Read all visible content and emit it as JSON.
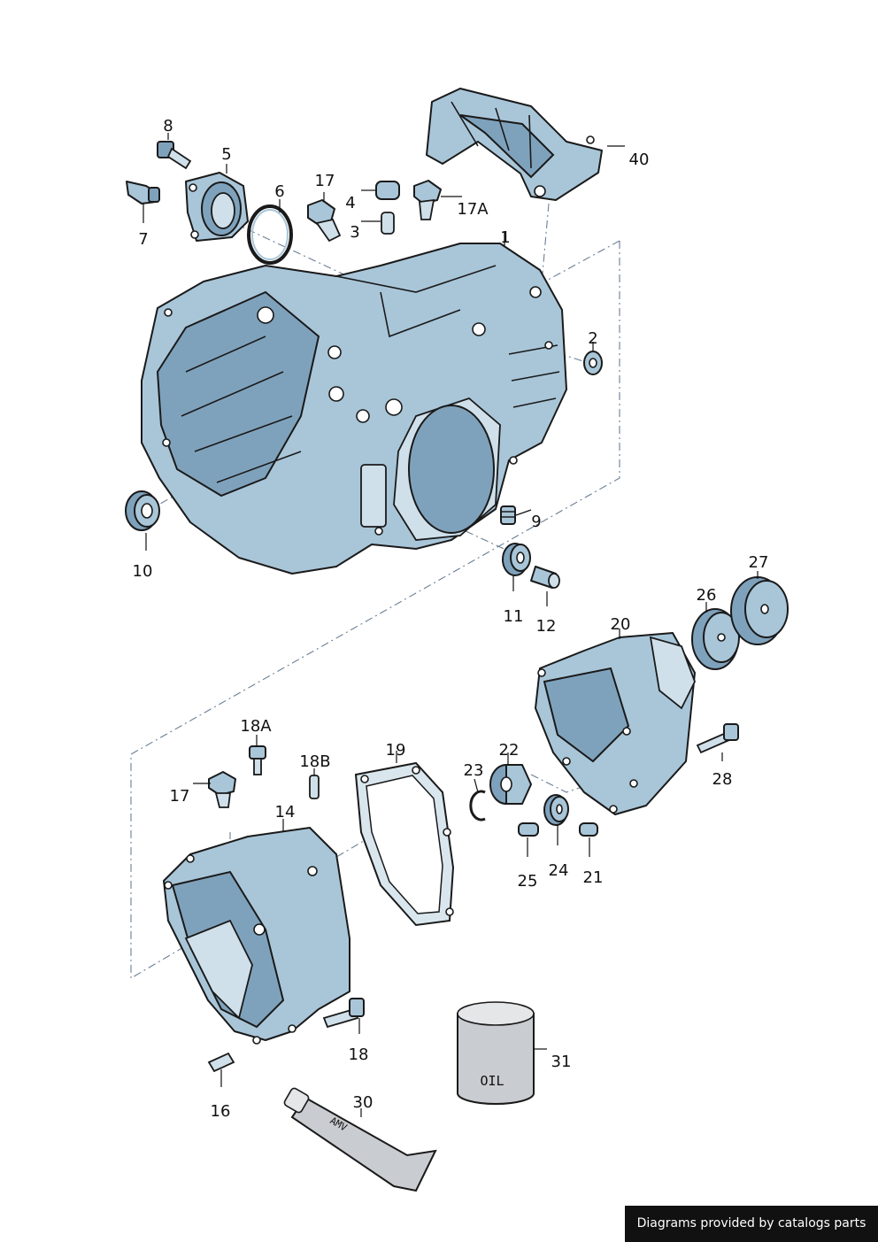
{
  "callouts": {
    "c1": "1",
    "c2": "2",
    "c3": "3",
    "c4": "4",
    "c5": "5",
    "c6": "6",
    "c7": "7",
    "c8": "8",
    "c9": "9",
    "c10": "10",
    "c11": "11",
    "c12": "12",
    "c14": "14",
    "c16": "16",
    "c17": "17",
    "c17a": "17A",
    "c17b": "17",
    "c18": "18",
    "c18a": "18A",
    "c18b": "18B",
    "c19": "19",
    "c20": "20",
    "c21": "21",
    "c22": "22",
    "c23": "23",
    "c24": "24",
    "c25": "25",
    "c26": "26",
    "c27": "27",
    "c28": "28",
    "c30": "30",
    "c31": "31",
    "c40": "40"
  },
  "labels": {
    "oil_can": "OIL",
    "grease_tube": "AMV"
  },
  "credit": "Diagrams provided by catalogs parts",
  "colors": {
    "part_fill": "#a9c6d9",
    "part_shadow": "#7fa2bc",
    "outline": "#1a1a1a",
    "dash_line": "#6a7f95",
    "credit_bg": "#111111"
  }
}
